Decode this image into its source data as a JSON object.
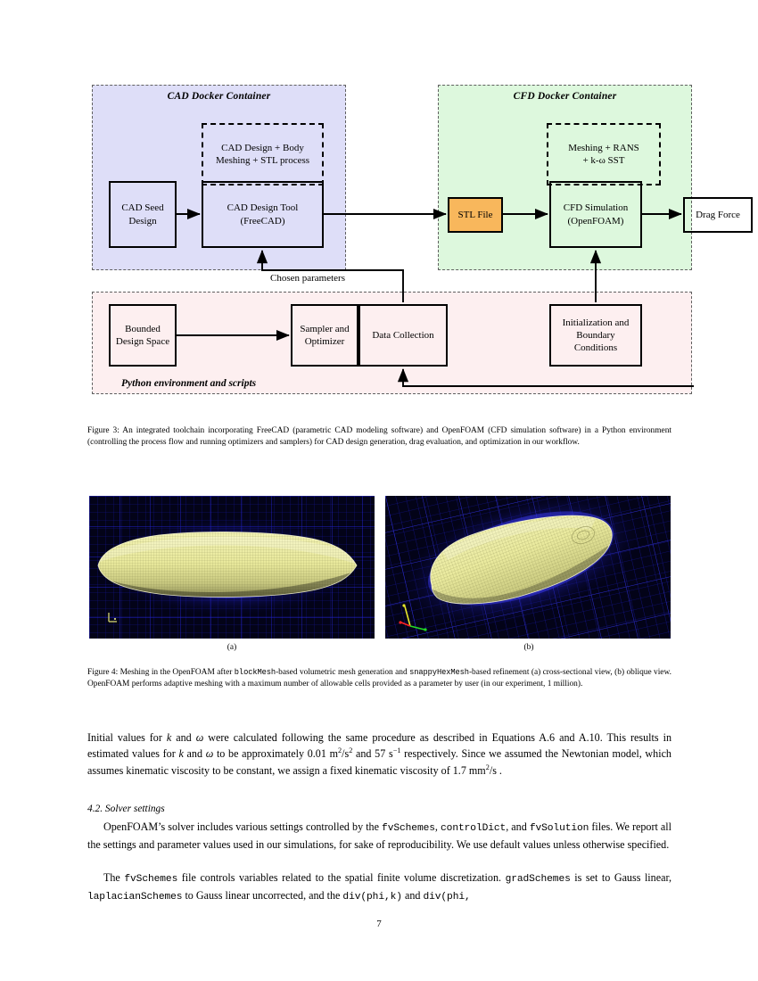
{
  "figure3": {
    "cad_container": {
      "title": "CAD Docker Container",
      "process_box": "CAD Design + Body Meshing + STL process",
      "fill_color": "#dedef8"
    },
    "cfd_container": {
      "title": "CFD Docker Container",
      "process_box_line1": "Meshing + RANS",
      "process_box_line2": "+ k-ω SST",
      "fill_color": "#ddf8dd"
    },
    "python_container": {
      "title": "Python environment and scripts",
      "fill_color": "#fdeff0"
    },
    "nodes": {
      "cad_seed": "CAD Seed Design",
      "cad_tool": "CAD Design Tool (FreeCAD)",
      "stl_file": "STL File",
      "cfd_sim": "CFD Simulation (OpenFOAM)",
      "drag_force": "Drag Force",
      "bounded_design": "Bounded Design Space",
      "sampler": "Sampler and Optimizer",
      "data_collection": "Data Collection",
      "initialization": "Initialization and Boundary Conditions"
    },
    "edge_label": "Chosen parameters",
    "stl_fill_color": "#f8b75c"
  },
  "figure3_caption": "Figure 3: An integrated toolchain incorporating FreeCAD (parametric CAD modeling software) and OpenFOAM (CFD simulation software) in a Python environment (controlling the process flow and running optimizers and samplers) for CAD design generation, drag evaluation, and optimization in our workflow.",
  "figure4": {
    "subcaption_a": "(a)",
    "subcaption_b": "(b)",
    "caption_prefix": "Figure 4: Meshing in the OpenFOAM after ",
    "caption_mono1": "blockMesh",
    "caption_mid1": "-based volumetric mesh generation and ",
    "caption_mono2": "snappyHexMesh",
    "caption_suffix": "-based refinement (a) cross-sectional view, (b) oblique view. OpenFOAM performs adaptive meshing with a maximum number of allowable cells provided as a parameter by user (in our experiment, 1 million).",
    "mesh_body_color": "#e8e89a",
    "mesh_grid_color": "#1b1bd0",
    "mesh_background_color": "#030318"
  },
  "body": {
    "paragraph_initial": "Initial values for k and ω were calculated following the same procedure as described in Equations A.6 and A.10. This results in estimated values for k and ω to be approximately 0.01 m²/s² and 57 s⁻¹ respectively. Since we assumed the Newtonian model, which assumes kinematic viscosity to be constant, we assign a fixed kinematic viscosity of 1.7 mm²/s .",
    "section_heading": "4.2. Solver settings",
    "paragraph_solver": "OpenFOAM's solver includes various settings controlled by the fvSchemes, controlDict, and fvSolution files. We report all the settings and parameter values used in our simulations, for sake of reproducibility. We use default values unless otherwise specified.",
    "paragraph_fvschemes": "The fvSchemes file controls variables related to the spatial finite volume discretization. gradSchemes is set to Gauss linear, laplacianSchemes to Gauss linear uncorrected, and the div(phi,k) and div(phi,",
    "page_number": "7"
  }
}
